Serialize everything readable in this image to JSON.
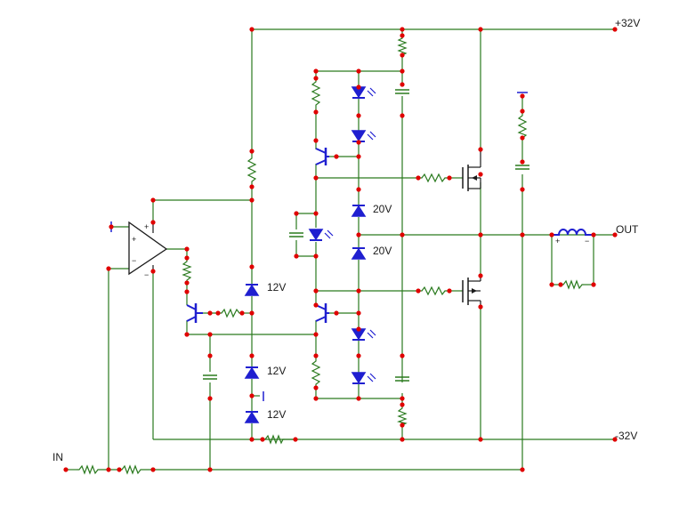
{
  "labels": {
    "vpos": "+32V",
    "vneg": "-32V",
    "out": "OUT",
    "in": "IN",
    "zener_12a": "12V",
    "zener_12b": "12V",
    "zener_12c": "12V",
    "zener_20a": "20V",
    "zener_20b": "20V",
    "opamp_plus": "+",
    "opamp_minus": "−",
    "ind_plus": "+",
    "ind_minus": "−"
  },
  "colors": {
    "wire": "#2a7a1e",
    "component": "#1f1fd0",
    "node": "#e00000"
  }
}
